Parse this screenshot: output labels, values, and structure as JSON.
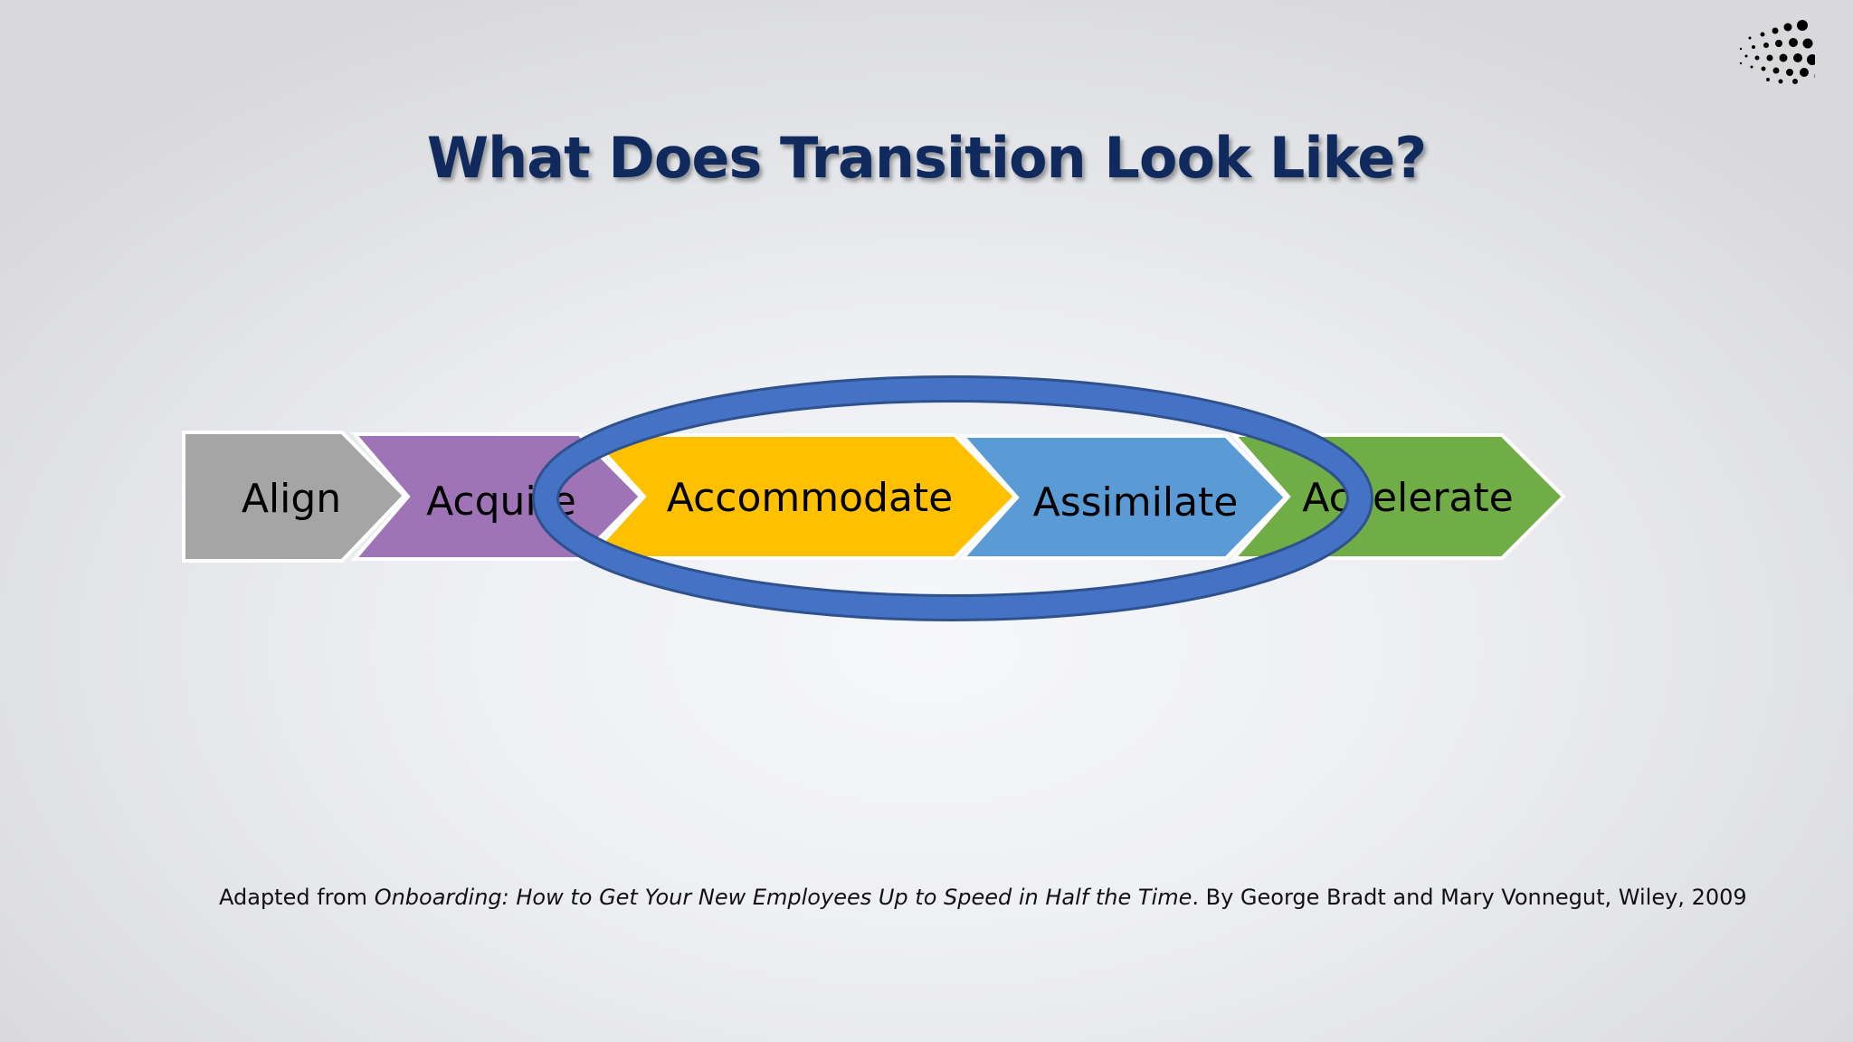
{
  "slide": {
    "title": "What Does Transition Look Like?"
  },
  "process": {
    "steps": [
      {
        "label": "Align",
        "color": "#a5a5a5"
      },
      {
        "label": "Acquire",
        "color": "#9e74b7"
      },
      {
        "label": "Accommodate",
        "color": "#ffc000"
      },
      {
        "label": "Assimilate",
        "color": "#5b9bd5"
      },
      {
        "label": "Accelerate",
        "color": "#70ad47"
      }
    ],
    "highlight_ring_color": "#4472c4",
    "highlight_ring_border": "#2f528f"
  },
  "citation": {
    "prefix": "Adapted from ",
    "book_title": "Onboarding: How to Get Your New Employees Up to Speed in Half the Time",
    "suffix": ". By George Bradt and Mary Vonnegut, Wiley, 2009"
  },
  "logo": {
    "icon": "dot-cluster-logo-icon",
    "color": "#000000"
  }
}
